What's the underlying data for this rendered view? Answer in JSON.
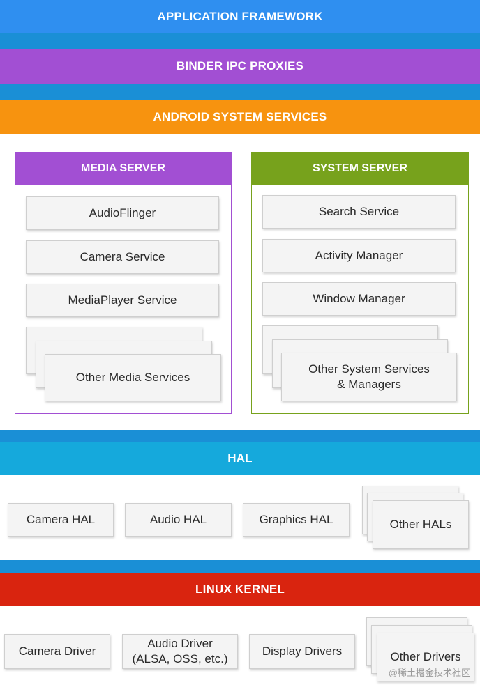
{
  "bands": {
    "app_framework": "APPLICATION FRAMEWORK",
    "binder": "BINDER IPC PROXIES",
    "system_services": "ANDROID SYSTEM SERVICES",
    "hal": "HAL",
    "kernel": "LINUX KERNEL"
  },
  "media_server": {
    "title": "MEDIA SERVER",
    "items": [
      "AudioFlinger",
      "Camera Service",
      "MediaPlayer Service",
      "Other Media Services"
    ]
  },
  "system_server": {
    "title": "SYSTEM SERVER",
    "items": [
      "Search Service",
      "Activity Manager",
      "Window Manager",
      "Other System Services\n& Managers"
    ]
  },
  "hal_items": [
    "Camera HAL",
    "Audio HAL",
    "Graphics HAL",
    "Other HALs"
  ],
  "kernel_items": [
    "Camera Driver",
    "Audio Driver\n(ALSA, OSS, etc.)",
    "Display Drivers",
    "Other Drivers"
  ],
  "watermark": "@稀土掘金技术社区",
  "colors": {
    "app_framework": "#2f8ff0",
    "binder": "#a24fd3",
    "system_services": "#f7930f",
    "hal": "#15a9dc",
    "kernel": "#d9240f",
    "media_server": "#a24fd3",
    "system_server": "#77a21c",
    "background": "#1a8fd6"
  }
}
